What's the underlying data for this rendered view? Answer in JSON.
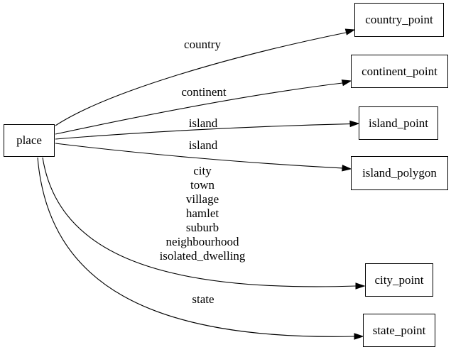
{
  "diagram": {
    "kind": "directed-graph",
    "colors": {
      "background": "#ffffff",
      "node_border": "#000000",
      "edge": "#000000",
      "text": "#000000"
    },
    "nodes": [
      {
        "id": "place",
        "label": "place"
      },
      {
        "id": "country_point",
        "label": "country_point"
      },
      {
        "id": "continent_point",
        "label": "continent_point"
      },
      {
        "id": "island_point",
        "label": "island_point"
      },
      {
        "id": "island_polygon",
        "label": "island_polygon"
      },
      {
        "id": "city_point",
        "label": "city_point"
      },
      {
        "id": "state_point",
        "label": "state_point"
      }
    ],
    "edges": [
      {
        "from": "place",
        "to": "country_point",
        "label": "country"
      },
      {
        "from": "place",
        "to": "continent_point",
        "label": "continent"
      },
      {
        "from": "place",
        "to": "island_point",
        "label": "island"
      },
      {
        "from": "place",
        "to": "island_polygon",
        "label": "island"
      },
      {
        "from": "place",
        "to": "city_point",
        "label": "city\ntown\nvillage\nhamlet\nsuburb\nneighbourhood\nisolated_dwelling"
      },
      {
        "from": "place",
        "to": "state_point",
        "label": "state"
      }
    ]
  }
}
